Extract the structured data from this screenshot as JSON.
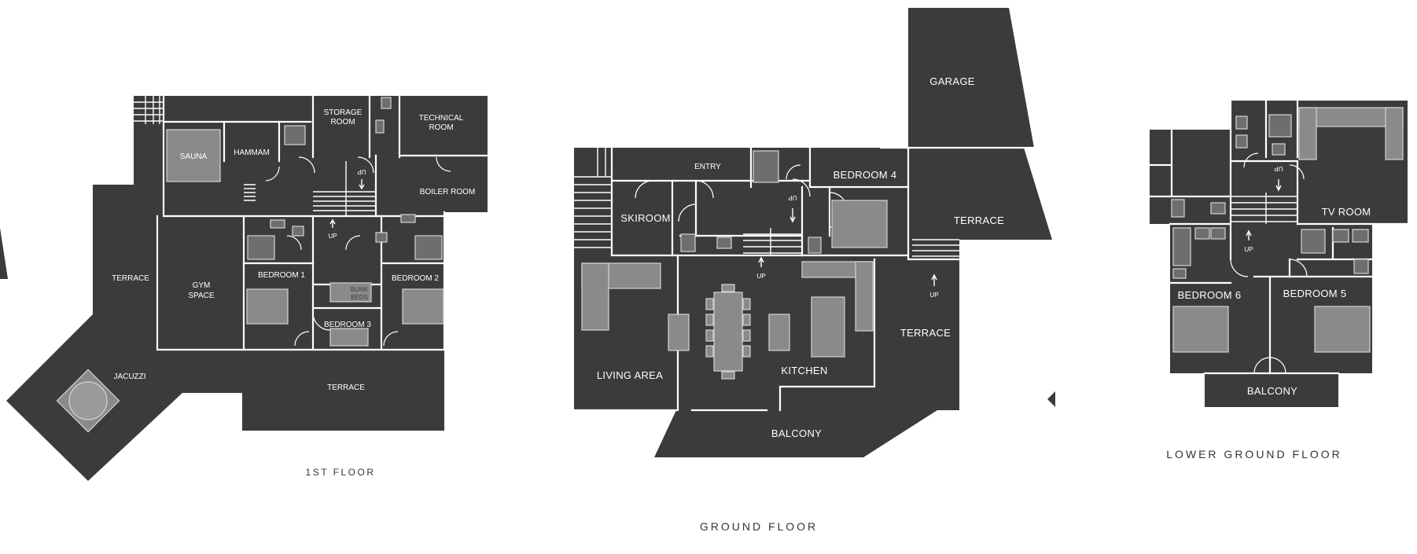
{
  "floors": {
    "first": {
      "caption": "1ST FLOOR",
      "rooms": {
        "sauna": "SAUNA",
        "hammam": "HAMMAM",
        "storage_1": "STORAGE",
        "storage_2": "ROOM",
        "technical_1": "TECHNICAL",
        "technical_2": "ROOM",
        "boiler": "BOILER ROOM",
        "terrace_left": "TERRACE",
        "gym_1": "GYM",
        "gym_2": "SPACE",
        "bedroom1": "BEDROOM 1",
        "bedroom2": "BEDROOM 2",
        "bedroom3": "BEDROOM 3",
        "bunk_1": "BUNK",
        "bunk_2": "BEDS",
        "jacuzzi": "JACUZZI",
        "terrace_bottom": "TERRACE"
      },
      "stairs": {
        "up": "UP",
        "up_flipped": "UP"
      }
    },
    "ground": {
      "caption": "GROUND FLOOR",
      "rooms": {
        "garage": "GARAGE",
        "entry": "ENTRY",
        "skiroom": "SKIROOM",
        "bedroom4": "BEDROOM 4",
        "terrace_top": "TERRACE",
        "terrace_right": "TERRACE",
        "living": "LIVING AREA",
        "kitchen": "KITCHEN",
        "balcony": "BALCONY"
      },
      "stairs": {
        "up_main": "UP",
        "up_terrace": "UP",
        "up_flipped": "UP"
      }
    },
    "lower": {
      "caption": "LOWER GROUND FLOOR",
      "rooms": {
        "tv": "TV ROOM",
        "bedroom6": "BEDROOM 6",
        "bedroom5": "BEDROOM 5",
        "balcony": "BALCONY"
      },
      "stairs": {
        "up": "UP",
        "up_flipped": "UP"
      }
    }
  },
  "colors": {
    "shell": "#3b3b3b",
    "walls": "#ffffff",
    "furniture": "#8a8a8a",
    "caption": "#333333"
  }
}
